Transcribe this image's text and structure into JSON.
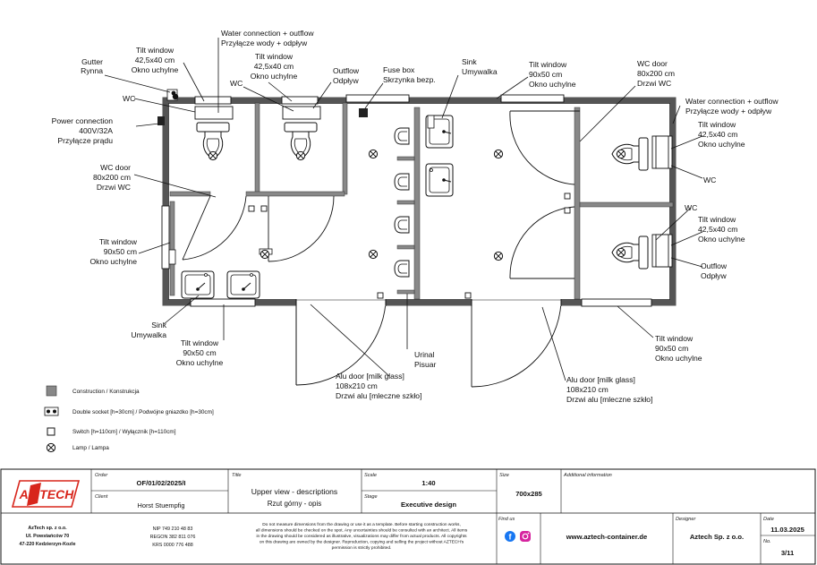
{
  "labels": {
    "gutter": [
      "Gutter",
      "Rynna"
    ],
    "tilt_window_1": [
      "Tilt window",
      "42,5x40 cm",
      "Okno uchylne"
    ],
    "water_1": [
      "Water connection + outflow",
      "Przyłącze wody + odpływ"
    ],
    "tilt_window_2": [
      "Tilt window",
      "42,5x40 cm",
      "Okno uchylne"
    ],
    "outflow_1": [
      "Outflow",
      "Odpływ"
    ],
    "fuse_box": [
      "Fuse box",
      "Skrzynka bezp."
    ],
    "sink_top": [
      "Sink",
      "Umywalka"
    ],
    "tilt_window_top_right": [
      "Tilt window",
      "90x50 cm",
      "Okno uchylne"
    ],
    "wc_door_top_right": [
      "WC door",
      "80x200 cm",
      "Drzwi WC"
    ],
    "water_2": [
      "Water connection + outflow",
      "Przyłącze wody + odpływ"
    ],
    "tilt_window_right_1": [
      "Tilt window",
      "42,5x40 cm",
      "Okno uchylne"
    ],
    "wc_left_1": "WC",
    "wc_left_2": "WC",
    "wc_right_1": "WC",
    "wc_right_2": "WC",
    "tilt_window_right_2": [
      "Tilt window",
      "42,5x40 cm",
      "Okno uchylne"
    ],
    "outflow_2": [
      "Outflow",
      "Odpływ"
    ],
    "power": [
      "Power connection",
      "400V/32A",
      "Przyłącze prądu"
    ],
    "wc_door_left": [
      "WC door",
      "80x200 cm",
      "Drzwi WC"
    ],
    "tilt_window_left": [
      "Tilt window",
      "90x50 cm",
      "Okno uchylne"
    ],
    "sink_bottom": [
      "Sink",
      "Umywalka"
    ],
    "tilt_window_bottom": [
      "Tilt window",
      "90x50 cm",
      "Okno uchylne"
    ],
    "urinal": [
      "Urinal",
      "Pisuar"
    ],
    "alu_door_1": [
      "Alu door [milk glass]",
      "108x210 cm",
      "Drzwi alu [mleczne szkło]"
    ],
    "alu_door_2": [
      "Alu door [milk glass]",
      "108x210 cm",
      "Drzwi alu [mleczne szkło]"
    ],
    "tilt_window_bottom_right": [
      "Tilt window",
      "90x50 cm",
      "Okno uchylne"
    ]
  },
  "legend": [
    {
      "symbol": "construction",
      "text": "Construction / Konstrukcja"
    },
    {
      "symbol": "double-socket",
      "text": "Double socket [h=30cm] / Podwójne gniazdko [h=30cm]"
    },
    {
      "symbol": "switch",
      "text": "Switch [h=110cm]  / Wyłącznik [h=110cm]"
    },
    {
      "symbol": "lamp",
      "text": "Lamp / Lampa"
    }
  ],
  "title_block": {
    "logo": "AZ TECH",
    "order_label": "Order",
    "order": "OF/01/02/2025/I",
    "client_label": "Client",
    "client": "Horst Stuempfig",
    "title_label": "Title",
    "title": "Upper view - descriptions",
    "title_pl": "Rzut górny - opis",
    "scale_label": "Scale",
    "scale": "1:40",
    "stage_label": "Stage",
    "stage": "Executive design",
    "size_label": "Size",
    "size": "700x285",
    "additional_label": "Additional information",
    "company": [
      "AzTech sp. z o.o.",
      "Ul. Powstańców 70",
      "47-220 Kedzierzyn-Kozle"
    ],
    "ids": [
      "NIP 749 210 48 83",
      "REGON 382 811 076",
      "KRS 0000 776 488"
    ],
    "disclaimer": [
      "Do not measure dimensions from the drawing or use it as a template. Before starting construction works,",
      "all dimensions should be checked on the spot. Any uncertainties should be consulted with an architect. All items",
      "in the drawing should be considered as illustrative, visualizations may differ from actual products. All copyrights",
      "on this drawing are owned by the designer. Reproduction, copying and selling the project without AZTECH's",
      "permission is strictly prohibited."
    ],
    "find_us_label": "Find us",
    "website": "www.aztech-container.de",
    "designer_label": "Designer",
    "designer": "Aztech Sp. z o.o.",
    "date_label": "Date",
    "date": "11.03.2025",
    "no_label": "No.",
    "sheet_no": "3/11"
  }
}
